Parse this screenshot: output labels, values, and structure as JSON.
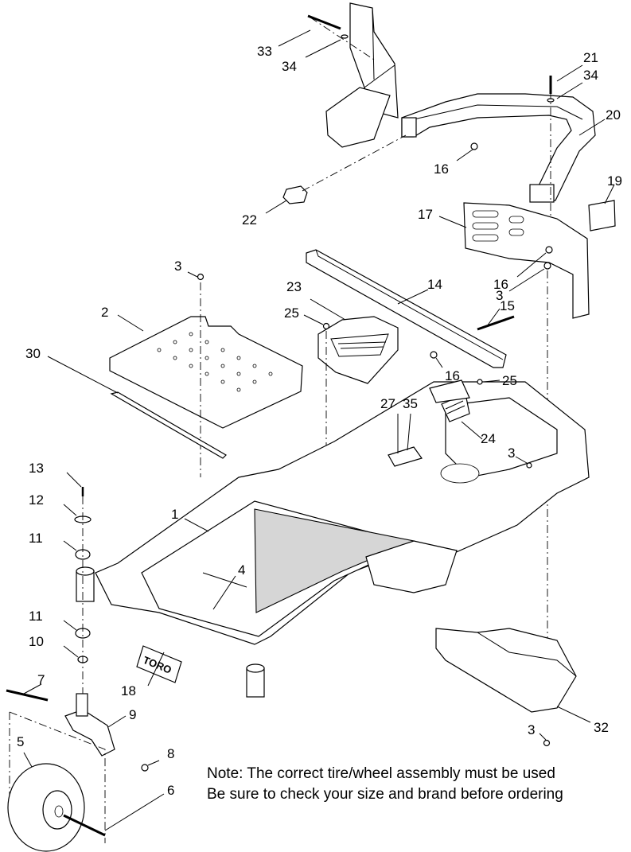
{
  "callouts": [
    {
      "id": "c33",
      "text": "33"
    },
    {
      "id": "c34a",
      "text": "34"
    },
    {
      "id": "c21",
      "text": "21"
    },
    {
      "id": "c34b",
      "text": "34"
    },
    {
      "id": "c20",
      "text": "20"
    },
    {
      "id": "c16a",
      "text": "16"
    },
    {
      "id": "c19",
      "text": "19"
    },
    {
      "id": "c22",
      "text": "22"
    },
    {
      "id": "c17",
      "text": "17"
    },
    {
      "id": "c3a",
      "text": "3"
    },
    {
      "id": "c16b",
      "text": "16"
    },
    {
      "id": "c3b",
      "text": "3"
    },
    {
      "id": "c14",
      "text": "14"
    },
    {
      "id": "c23",
      "text": "23"
    },
    {
      "id": "c25a",
      "text": "25"
    },
    {
      "id": "c15",
      "text": "15"
    },
    {
      "id": "c2",
      "text": "2"
    },
    {
      "id": "c16c",
      "text": "16"
    },
    {
      "id": "c25b",
      "text": "25"
    },
    {
      "id": "c30",
      "text": "30"
    },
    {
      "id": "c27",
      "text": "27"
    },
    {
      "id": "c35",
      "text": "35"
    },
    {
      "id": "c24",
      "text": "24"
    },
    {
      "id": "c3c",
      "text": "3"
    },
    {
      "id": "c13",
      "text": "13"
    },
    {
      "id": "c12",
      "text": "12"
    },
    {
      "id": "c1",
      "text": "1"
    },
    {
      "id": "c11a",
      "text": "11"
    },
    {
      "id": "c4",
      "text": "4"
    },
    {
      "id": "c11b",
      "text": "11"
    },
    {
      "id": "c10",
      "text": "10"
    },
    {
      "id": "c18",
      "text": "18"
    },
    {
      "id": "c7",
      "text": "7"
    },
    {
      "id": "c9",
      "text": "9"
    },
    {
      "id": "c5",
      "text": "5"
    },
    {
      "id": "c8",
      "text": "8"
    },
    {
      "id": "c6",
      "text": "6"
    },
    {
      "id": "c3d",
      "text": "3"
    },
    {
      "id": "c32",
      "text": "32"
    }
  ],
  "decal_text": "TORO",
  "note": {
    "line1": "Note: The correct tire/wheel assembly must be used",
    "line2": "Be sure to check your size and brand before ordering"
  }
}
